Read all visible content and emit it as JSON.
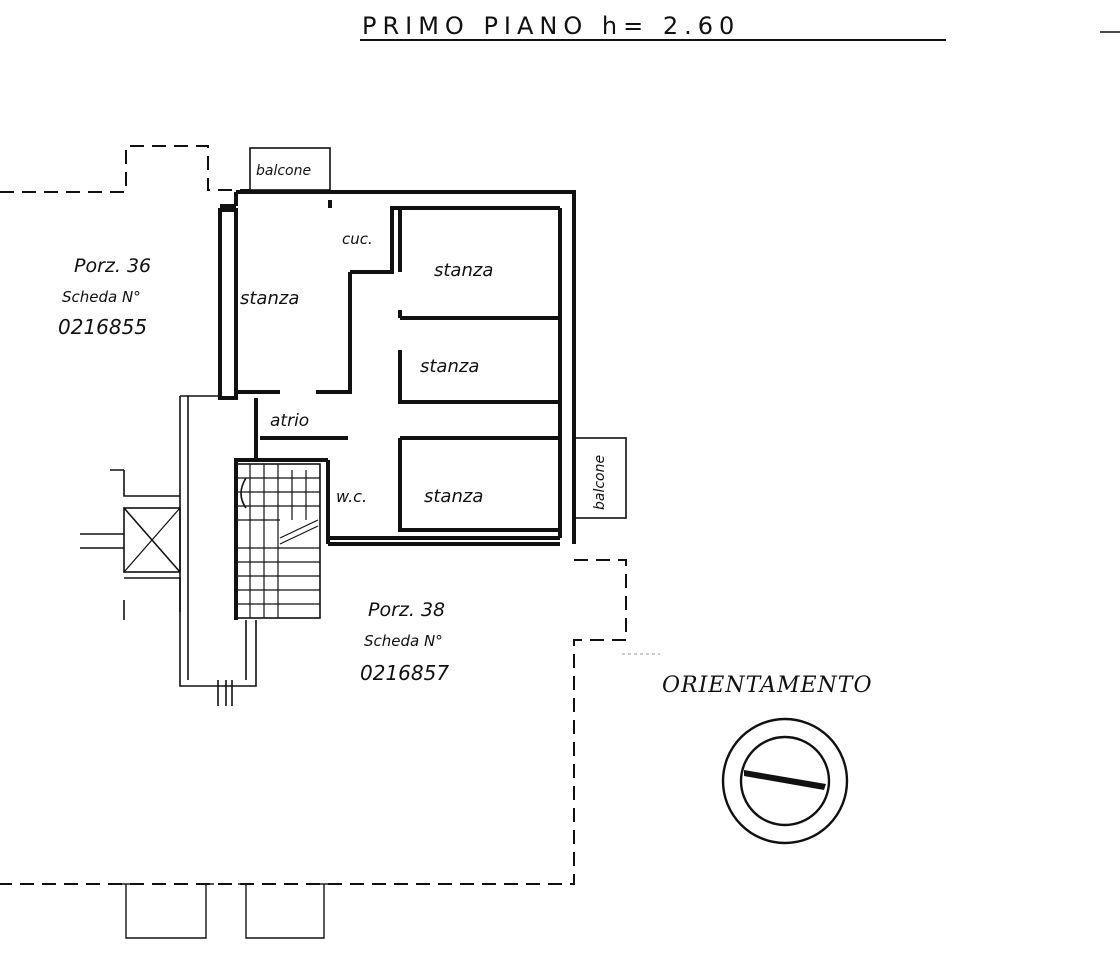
{
  "header": {
    "title": "PRIMO PIANO h= 2.60"
  },
  "rooms": {
    "balcony_top": "balcone",
    "kitchen": "cuc.",
    "room_left": "stanza",
    "room_top_right": "stanza",
    "room_mid_right": "stanza",
    "hall": "atrio",
    "wc": "w.c.",
    "room_bottom": "stanza",
    "balcony_right": "balcone"
  },
  "portions": {
    "p36": {
      "line1": "Porz. 36",
      "line2": "Scheda N°",
      "line3": "0216855"
    },
    "p38": {
      "line1": "Porz. 38",
      "line2": "Scheda N°",
      "line3": "0216857"
    }
  },
  "orientation": {
    "label": "ORIENTAMENTO"
  }
}
